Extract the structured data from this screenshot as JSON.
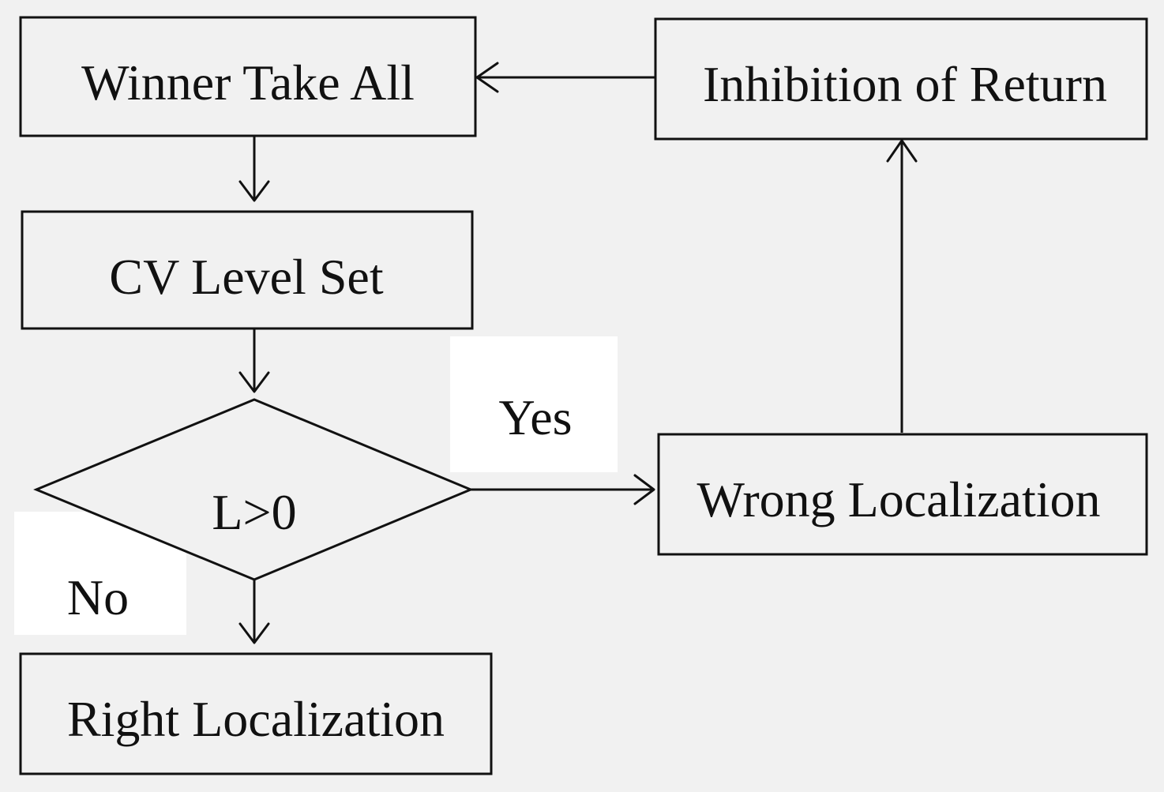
{
  "diagram": {
    "nodes": {
      "winner_take_all": "Winner Take All",
      "cv_level_set": "CV Level Set",
      "decision": "L>0",
      "right_localization": "Right Localization",
      "wrong_localization": "Wrong Localization",
      "inhibition_of_return": "Inhibition of Return"
    },
    "edge_labels": {
      "yes": "Yes",
      "no": "No"
    },
    "colors": {
      "background": "#f1f1f1",
      "stroke": "#111111",
      "label_background": "#ffffff"
    }
  }
}
